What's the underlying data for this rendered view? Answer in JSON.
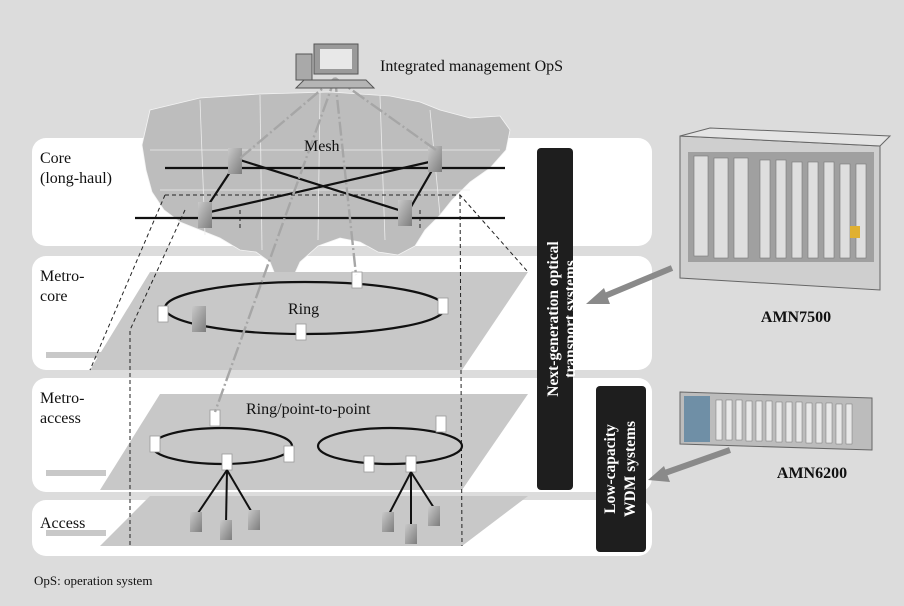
{
  "management": {
    "label": "Integrated management OpS"
  },
  "layers": [
    {
      "id": "core",
      "label_line1": "Core",
      "label_line2": "(long-haul)",
      "topology": "Mesh"
    },
    {
      "id": "metro-core",
      "label_line1": "Metro-",
      "label_line2": "core",
      "topology": "Ring"
    },
    {
      "id": "metro-access",
      "label_line1": "Metro-",
      "label_line2": "access",
      "topology": "Ring/point-to-point"
    },
    {
      "id": "access",
      "label_line1": "Access",
      "label_line2": ""
    }
  ],
  "systems": {
    "next_gen": {
      "line1": "Next-generation optical",
      "line2": "transport systems"
    },
    "low_capacity": {
      "line1": "Low-capacity",
      "line2": "WDM systems"
    }
  },
  "equipment": {
    "amn7500": "AMN7500",
    "amn6200": "AMN6200"
  },
  "footnote": "OpS: operation system",
  "colors": {
    "background": "#dcdcdc",
    "band": "#ffffff",
    "plane": "#c8c8c8",
    "label_box": "#1e1e1e",
    "arrow": "#8a8a8a",
    "map": "#bdbdbd"
  }
}
